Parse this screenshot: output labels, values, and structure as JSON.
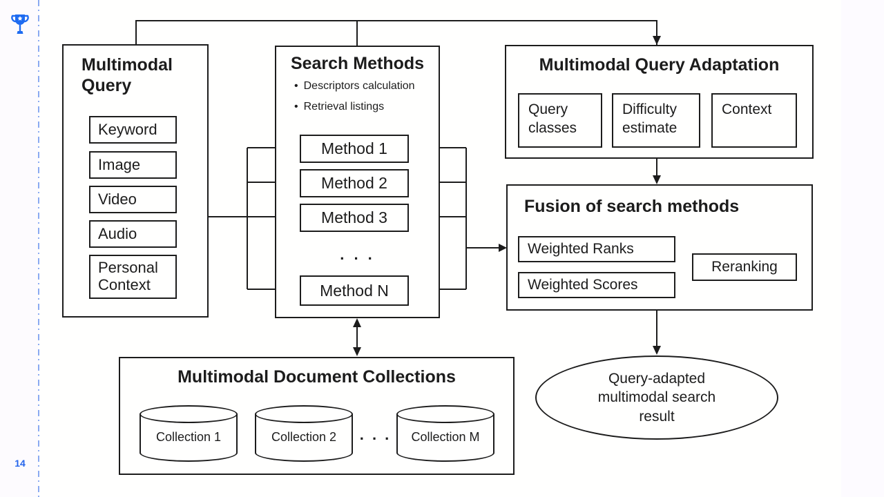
{
  "page": {
    "slide_number": "14",
    "accent_color": "#1e6bf1",
    "margin_line_color": "#8aa9f1",
    "stroke_color": "#1c1c1c"
  },
  "glyphs": {
    "bullet": "•",
    "hdots": ". . ."
  },
  "multimodal_query": {
    "title": "Multimodal Query",
    "items": [
      {
        "label": "Keyword"
      },
      {
        "label": "Image"
      },
      {
        "label": "Video"
      },
      {
        "label": "Audio"
      },
      {
        "label": "Personal Context"
      }
    ]
  },
  "search_methods": {
    "title": "Search Methods",
    "bullets": [
      {
        "label": "Descriptors calculation"
      },
      {
        "label": "Retrieval listings"
      }
    ],
    "methods": [
      {
        "label": "Method 1"
      },
      {
        "label": "Method 2"
      },
      {
        "label": "Method 3"
      },
      {
        "label": "Method N"
      }
    ]
  },
  "query_adaptation": {
    "title": "Multimodal Query Adaptation",
    "items": [
      {
        "label": "Query classes"
      },
      {
        "label": "Difficulty estimate"
      },
      {
        "label": "Context"
      }
    ]
  },
  "fusion": {
    "title": "Fusion of search methods",
    "items": [
      {
        "label": "Weighted Ranks"
      },
      {
        "label": "Weighted Scores"
      },
      {
        "label": "Reranking"
      }
    ]
  },
  "collections": {
    "title": "Multimodal Document Collections",
    "items": [
      {
        "label": "Collection 1"
      },
      {
        "label": "Collection 2"
      },
      {
        "label": "Collection M"
      }
    ]
  },
  "result": {
    "lines": [
      "Query-adapted",
      "multimodal search",
      "result"
    ]
  }
}
